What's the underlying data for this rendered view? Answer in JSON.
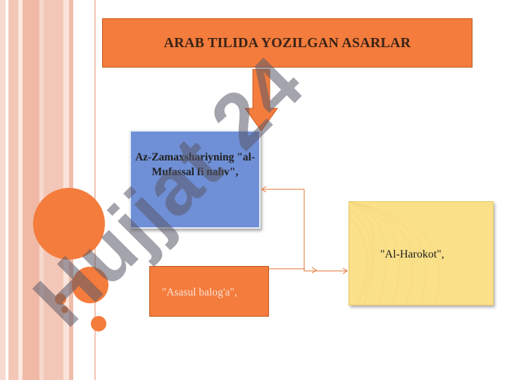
{
  "title": "ARAB TILIDA YOZILGAN ASARLAR",
  "nodes": {
    "blue": "Az-Zamaxshariyning \"al-Mufassal fi nahv\",",
    "yellow": "\"Al-Harokot\",",
    "orange": "\"Asasul balog'a\","
  },
  "watermark": "Hujjat 24",
  "colors": {
    "title_bg": "#f47c3c",
    "blue_box": "#6f8fd6",
    "yellow_box": "#fbe08a",
    "orange_box": "#f47c3c",
    "watermark": "#b9a6e4"
  }
}
